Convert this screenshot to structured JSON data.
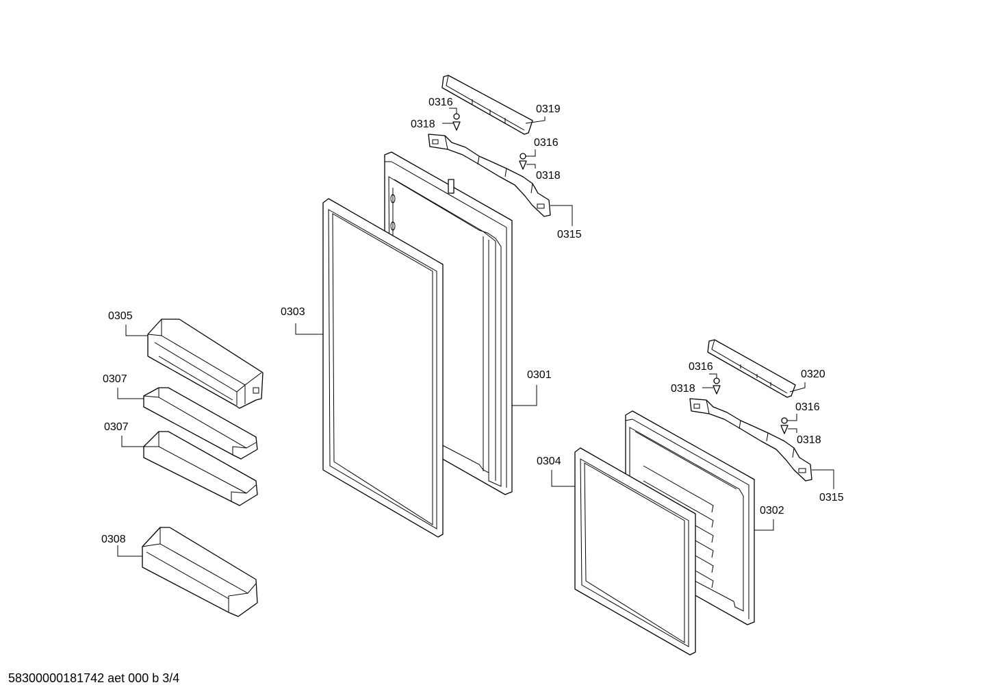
{
  "labels": {
    "p0301": "0301",
    "p0302": "0302",
    "p0303": "0303",
    "p0304": "0304",
    "p0305": "0305",
    "p0307a": "0307",
    "p0307b": "0307",
    "p0308": "0308",
    "p0315a": "0315",
    "p0315b": "0315",
    "p0316a": "0316",
    "p0316b": "0316",
    "p0316c": "0316",
    "p0316d": "0316",
    "p0318a": "0318",
    "p0318b": "0318",
    "p0318c": "0318",
    "p0318d": "0318",
    "p0319": "0319",
    "p0320": "0320"
  },
  "footer": {
    "document_id": "58300000181742 aet 000 b 3/4"
  }
}
